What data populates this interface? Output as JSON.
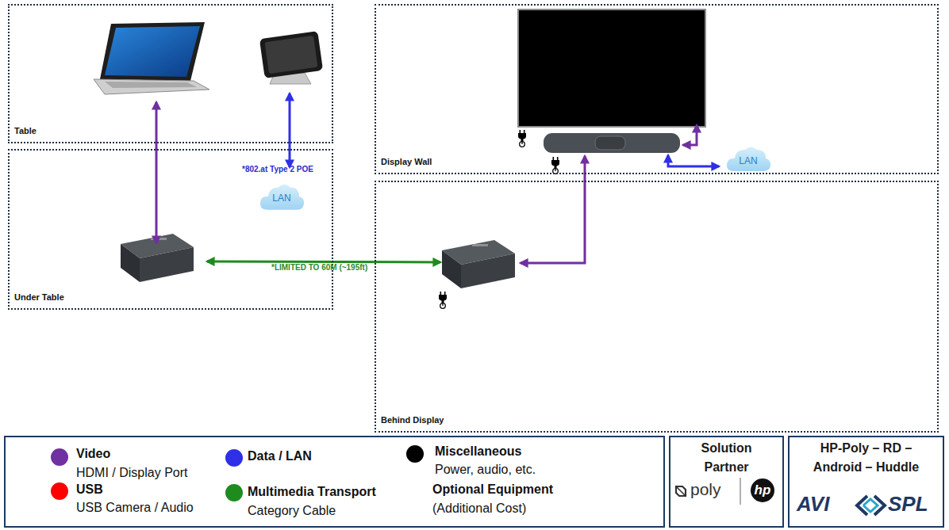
{
  "diagram": {
    "nodes": [
      {
        "text": [
          "Table"
        ]
      },
      {
        "text": [
          "Display Wall"
        ]
      },
      {
        "text": [
          "LAN"
        ],
        "in": 1
      },
      {
        "text": [
          "Under Table"
        ]
      },
      {
        "text": [
          "LAN"
        ],
        "in": 3
      },
      {
        "text": [
          "Behind Display"
        ]
      },
      {
        "text": [
          "Solution Partner"
        ]
      },
      {
        "text": [
          "HP-Poly – RD – Android – Huddle"
        ]
      }
    ],
    "labels": [
      "*802.at Type 2 POE",
      "*LIMITED TO 60M (~195ft)",
      "HDMI / Display Port",
      "USB Camera / Audio",
      "Category Cable",
      "Power, audio, etc.",
      "Optional Equipment",
      "(Additional Cost)",
      "poly",
      "hp",
      "AVI",
      "SPL"
    ],
    "legend": [
      {
        "text": "Video",
        "color": "#7030a0"
      },
      {
        "text": "USB",
        "color": "#ff0000"
      },
      {
        "text": "Data / LAN",
        "color": "#2f2fe8"
      },
      {
        "text": "Multimedia Transport",
        "color": "#1e8b1e"
      },
      {
        "text": "Miscellaneous",
        "color": "#000000"
      }
    ]
  }
}
